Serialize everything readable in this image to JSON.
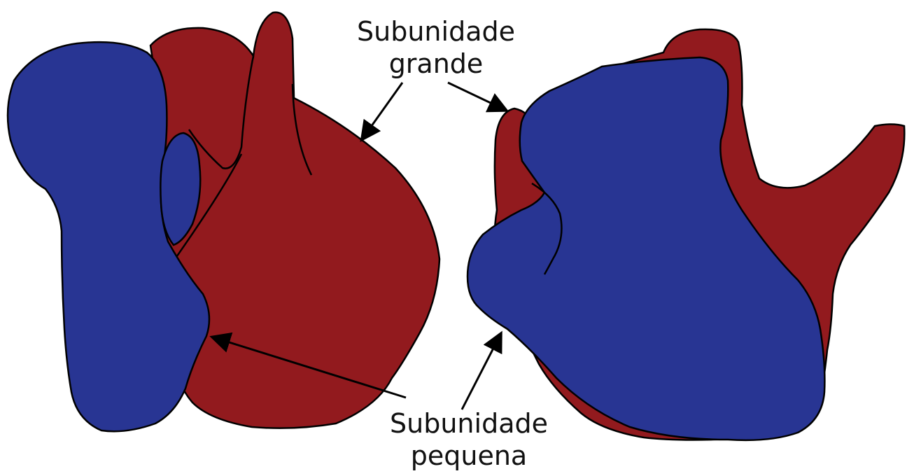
{
  "diagram": {
    "labels": {
      "large_subunit": [
        "Subunidade",
        "grande"
      ],
      "small_subunit": [
        "Subunidade",
        "pequena"
      ]
    },
    "colors": {
      "large_subunit": "#921a1e",
      "small_subunit": "#283593",
      "outline": "#000000",
      "background": "#ffffff"
    }
  }
}
